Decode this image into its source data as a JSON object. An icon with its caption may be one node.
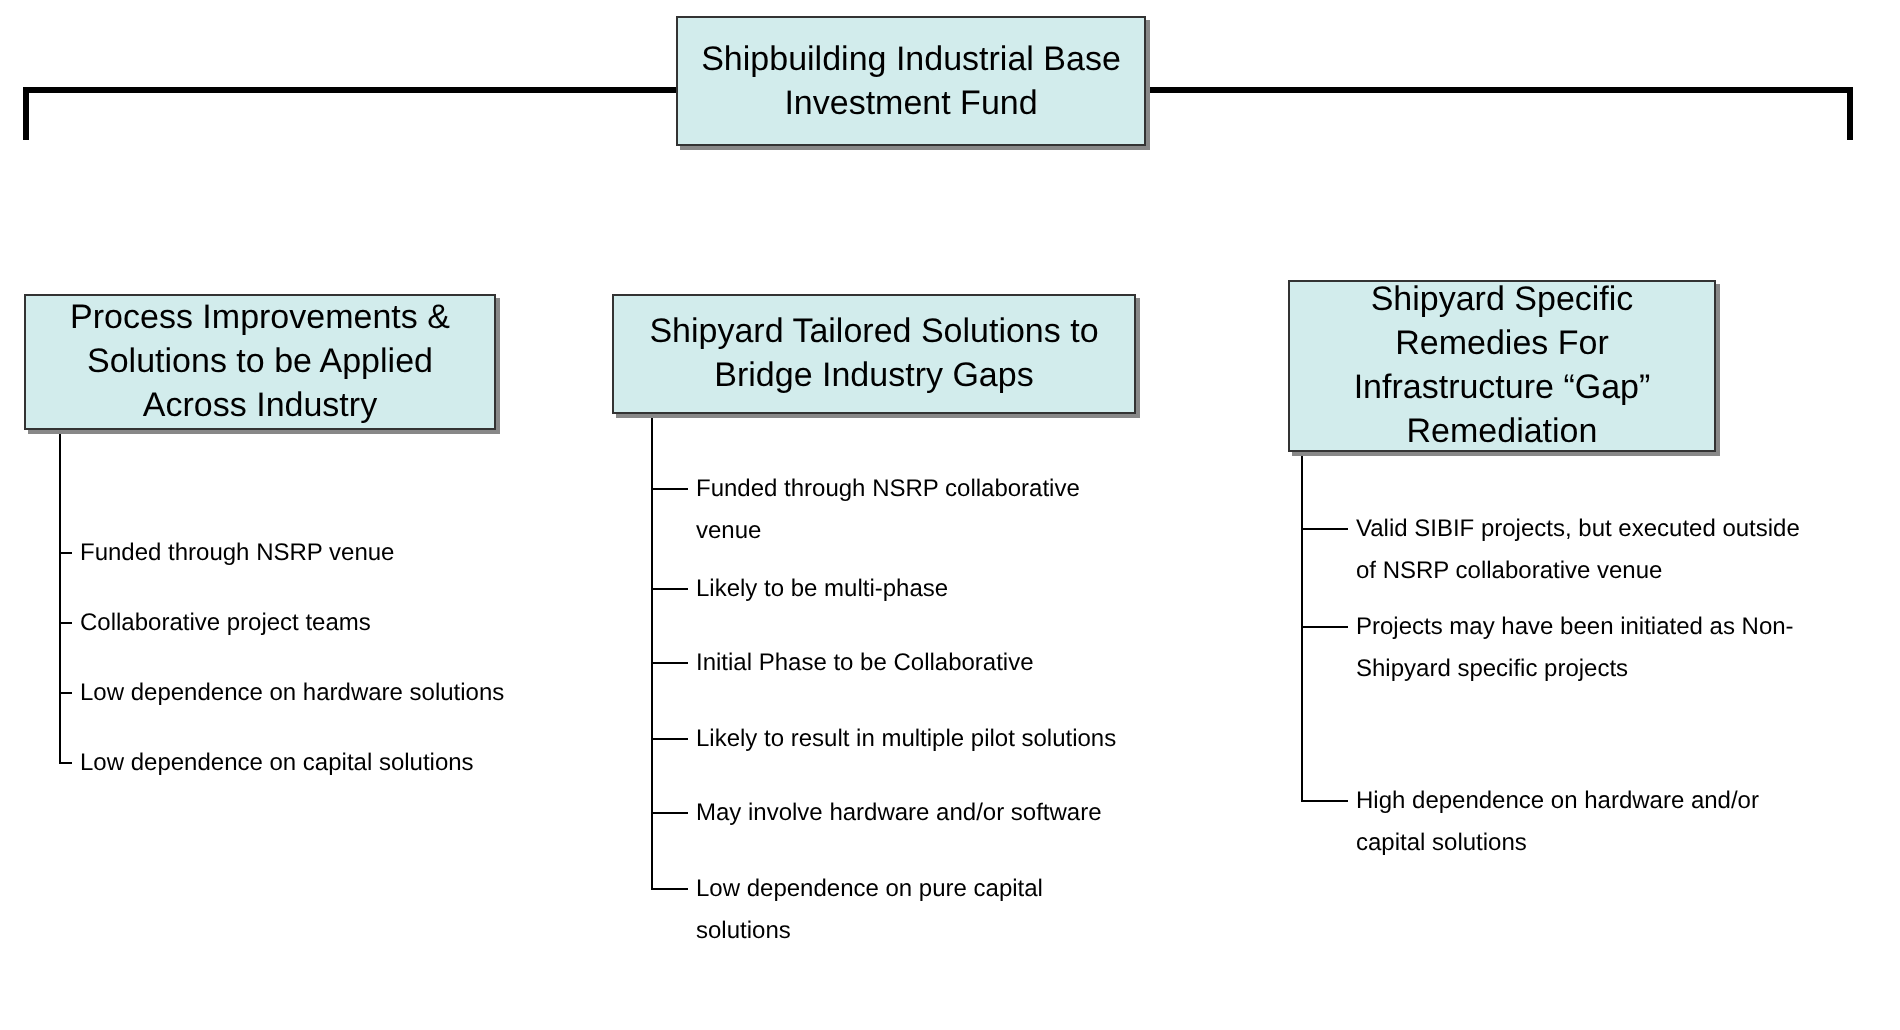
{
  "diagram": {
    "nodes": [
      {
        "text": [
          "Shipbuilding Industrial Base Investment Fund"
        ]
      },
      {
        "text": [
          "Process Improvements & Solutions to be Applied Across Industry"
        ]
      },
      {
        "text": [
          "Funded through NSRP venue"
        ]
      },
      {
        "text": [
          "Collaborative project teams"
        ]
      },
      {
        "text": [
          "Low dependence on hardware solutions"
        ]
      },
      {
        "text": [
          "Low dependence on capital solutions"
        ]
      },
      {
        "text": [
          "Shipyard Tailored Solutions to Bridge Industry Gaps"
        ]
      },
      {
        "text": [
          "Funded through NSRP collaborative venue"
        ]
      },
      {
        "text": [
          "Likely to be multi-phase"
        ]
      },
      {
        "text": [
          "Initial Phase to be Collaborative"
        ]
      },
      {
        "text": [
          "Likely to result in multiple pilot solutions"
        ]
      },
      {
        "text": [
          "May involve hardware and/or software"
        ]
      },
      {
        "text": [
          "Low dependence on pure capital solutions"
        ]
      },
      {
        "text": [
          "Shipyard Specific Remedies For Infrastructure “Gap” Remediation"
        ]
      },
      {
        "text": [
          "Valid SIBIF projects, but executed outside of NSRP collaborative venue"
        ]
      },
      {
        "text": [
          "Projects may have been initiated as Non-Shipyard specific projects"
        ]
      },
      {
        "text": [
          "High dependence on hardware and/or capital solutions"
        ]
      }
    ],
    "edges": [
      {
        "from": 1,
        "to": 2,
        "arrow": "none"
      },
      {
        "from": 1,
        "to": 3,
        "arrow": "none"
      },
      {
        "from": 1,
        "to": 4,
        "arrow": "none"
      },
      {
        "from": 1,
        "to": 5,
        "arrow": "none"
      },
      {
        "from": 6,
        "to": 7,
        "arrow": "none"
      },
      {
        "from": 6,
        "to": 8,
        "arrow": "none"
      },
      {
        "from": 6,
        "to": 9,
        "arrow": "none"
      },
      {
        "from": 6,
        "to": 10,
        "arrow": "none"
      },
      {
        "from": 6,
        "to": 11,
        "arrow": "none"
      },
      {
        "from": 6,
        "to": 12,
        "arrow": "none"
      },
      {
        "from": 13,
        "to": 14,
        "arrow": "none"
      },
      {
        "from": 13,
        "to": 15,
        "arrow": "none"
      },
      {
        "from": 13,
        "to": 16,
        "arrow": "none"
      }
    ]
  }
}
